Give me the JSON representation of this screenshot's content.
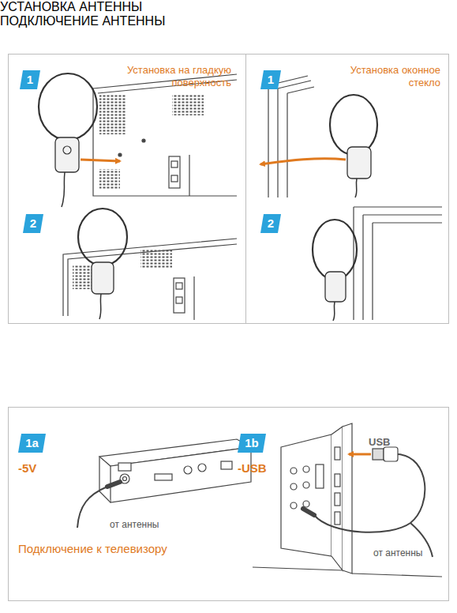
{
  "diagram": {
    "title": "УСТАНОВКА АНТЕННЫ",
    "nodes": [
      {
        "text": [
          "Установка на гладкую поверхность"
        ]
      },
      {
        "text": [
          "1"
        ],
        "in": 0
      },
      {
        "text": [
          "2"
        ],
        "in": 0
      },
      {
        "text": [
          "Установка оконное стекло"
        ]
      },
      {
        "text": [
          "1"
        ],
        "in": 3
      },
      {
        "text": [
          "2"
        ],
        "in": 3
      },
      {
        "text": [
          "-5V",
          "от антенны",
          "Подключение к телевизору",
          "-USB",
          "USB",
          "от антенны"
        ]
      },
      {
        "text": [
          "1a"
        ],
        "in": 6
      },
      {
        "text": [
          "1b"
        ],
        "in": 6
      }
    ],
    "labels": [
      "ПОДКЛЮЧЕНИЕ АНТЕННЫ"
    ]
  }
}
